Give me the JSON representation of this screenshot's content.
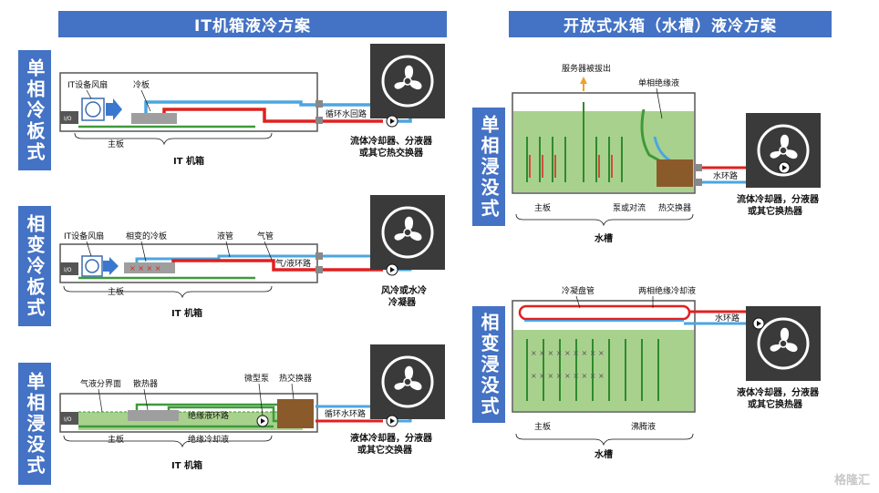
{
  "left_header": "IT机箱液冷方案",
  "right_header": "开放式水箱（水槽）液冷方案",
  "sections": {
    "single_cold_plate": {
      "side_label": "单相冷板式",
      "fan_label": "IT设备风扇",
      "cold_plate": "冷板",
      "loop": "循环水回路",
      "mainboard": "主板",
      "chassis": "IT 机箱",
      "cooler_line1": "流体冷却器、分液器",
      "cooler_line2": "或其它热交换器"
    },
    "phase_cold_plate": {
      "side_label": "相变冷板式",
      "fan_label": "IT设备风扇",
      "cold_plate": "相变的冷板",
      "liquid_pipe": "液管",
      "gas_pipe": "气管",
      "loop": "气/液环路",
      "mainboard": "主板",
      "chassis": "IT 机箱",
      "cooler_line1": "风冷或水冷",
      "cooler_line2": "冷凝器"
    },
    "single_immersion_chassis": {
      "side_label": "单相浸没式",
      "interface": "气液分界面",
      "radiator": "散热器",
      "pump": "微型泵",
      "hx": "热交换器",
      "insul_loop": "绝缘液环路",
      "water_loop": "循环水环路",
      "mainboard": "主板",
      "insul_coolant": "绝缘冷却液",
      "chassis": "IT 机箱",
      "cooler_line1": "液体冷却器，分液器",
      "cooler_line2": "或其它交换器"
    },
    "single_immersion_tank": {
      "side_label": "单相浸没式",
      "server_pull": "服务器被拔出",
      "single_insul": "单相绝缘液",
      "water_loop": "水环路",
      "mainboard": "主板",
      "pump_conv": "泵或对流",
      "hx": "热交换器",
      "tank": "水槽",
      "cooler_line1": "流体冷却器，分液器",
      "cooler_line2": "或其它换热器"
    },
    "phase_immersion_tank": {
      "side_label": "相变浸没式",
      "condenser": "冷凝盘管",
      "two_phase": "两相绝缘冷却液",
      "water_loop": "水环路",
      "mainboard": "主板",
      "boiling": "沸腾液",
      "tank": "水槽",
      "cooler_line1": "液体冷却器，分液器",
      "cooler_line2": "或其它换热器"
    }
  },
  "watermark": "格隆汇",
  "colors": {
    "header_blue": "#4472C4",
    "hot_pipe": "#E02020",
    "cold_pipe": "#4BA6E0",
    "board_green": "#3E9A3A",
    "liquid_green": "#A9D18E",
    "fan_box": "#3A3A3A"
  }
}
